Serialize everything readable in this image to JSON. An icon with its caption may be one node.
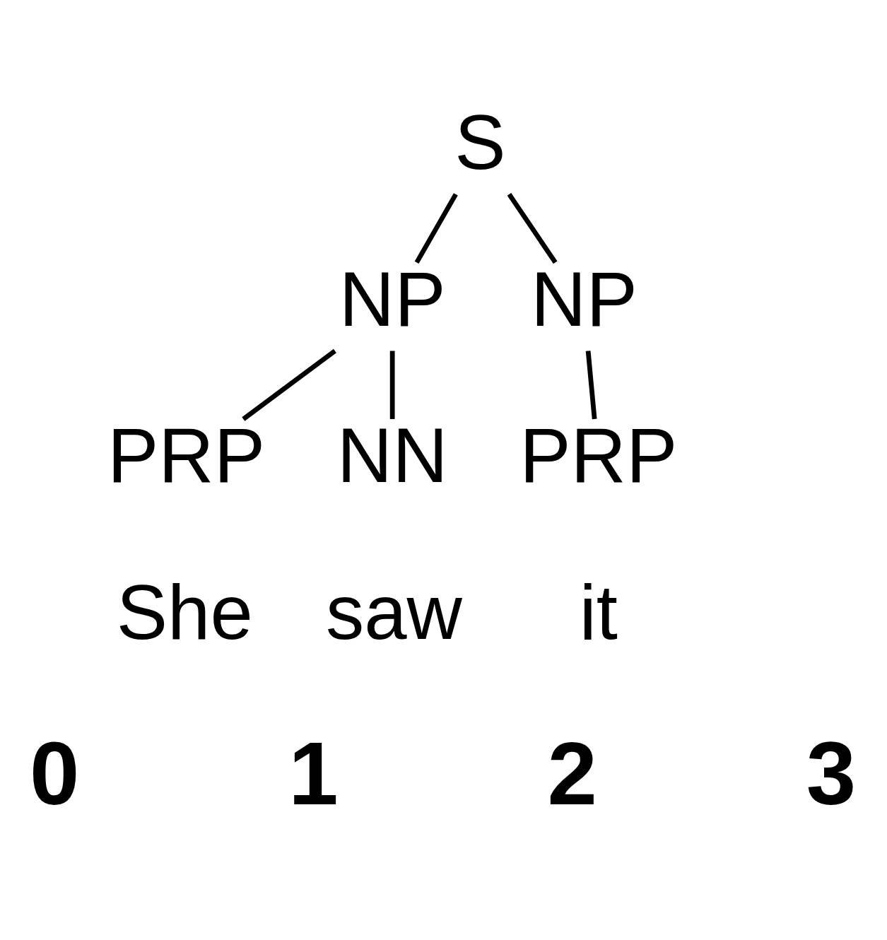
{
  "diagram": {
    "nodes": [
      {
        "text": [
          "S"
        ]
      },
      {
        "text": [
          "NP"
        ]
      },
      {
        "text": [
          "NP"
        ]
      },
      {
        "text": [
          "PRP"
        ]
      },
      {
        "text": [
          "NN"
        ]
      },
      {
        "text": [
          "PRP"
        ]
      }
    ],
    "edges": [
      {
        "from": 0,
        "to": 1,
        "arrow": "none"
      },
      {
        "from": 0,
        "to": 2,
        "arrow": "none"
      },
      {
        "from": 1,
        "to": 3,
        "arrow": "none"
      },
      {
        "from": 1,
        "to": 4,
        "arrow": "none"
      },
      {
        "from": 2,
        "to": 5,
        "arrow": "none"
      }
    ],
    "labels": [
      "She",
      "saw",
      "it",
      "0",
      "1",
      "2",
      "3"
    ]
  }
}
